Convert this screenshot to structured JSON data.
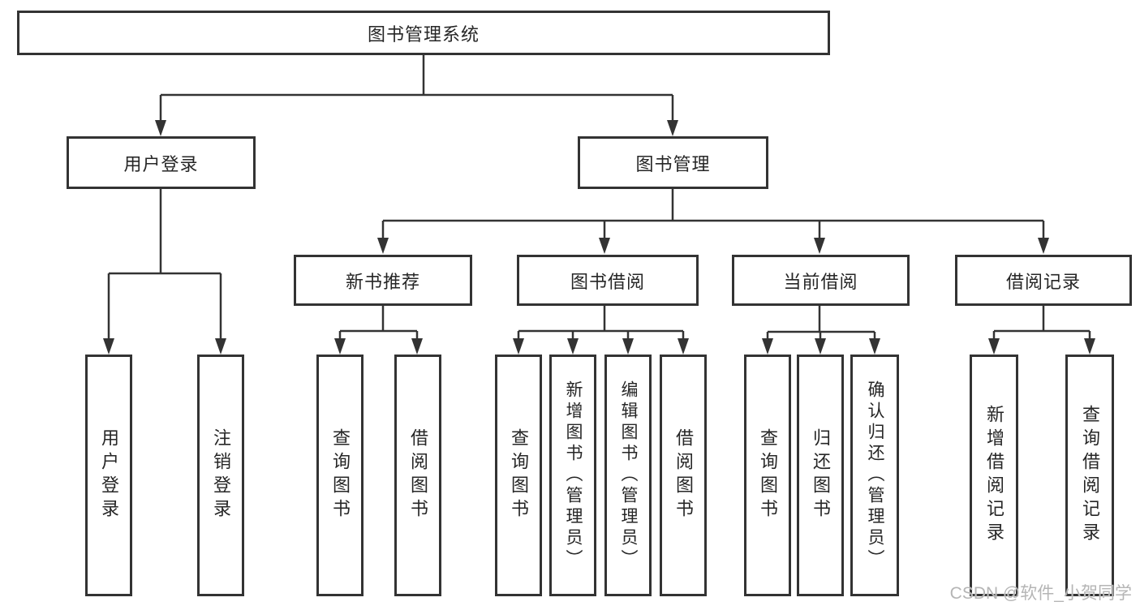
{
  "tree": {
    "root": {
      "label": "图书管理系统",
      "children": [
        {
          "label": "用户登录",
          "children": [
            {
              "label": "用户登录"
            },
            {
              "label": "注销登录"
            }
          ]
        },
        {
          "label": "图书管理",
          "children": [
            {
              "label": "新书推荐",
              "children": [
                {
                  "label": "查询图书"
                },
                {
                  "label": "借阅图书"
                }
              ]
            },
            {
              "label": "图书借阅",
              "children": [
                {
                  "label": "查询图书"
                },
                {
                  "label": "新增图书（管理员）"
                },
                {
                  "label": "编辑图书（管理员）"
                },
                {
                  "label": "借阅图书"
                }
              ]
            },
            {
              "label": "当前借阅",
              "children": [
                {
                  "label": "查询图书"
                },
                {
                  "label": "归还图书"
                },
                {
                  "label": "确认归还（管理员）"
                }
              ]
            },
            {
              "label": "借阅记录",
              "children": [
                {
                  "label": "新增借阅记录"
                },
                {
                  "label": "查询借阅记录"
                }
              ]
            }
          ]
        }
      ]
    }
  },
  "watermark": {
    "text": "CSDN @软件_小贺同学"
  },
  "colors": {
    "line": "#333333",
    "box_border": "#333333",
    "text": "#262626",
    "watermark": "#b5b5b5",
    "background": "#ffffff"
  }
}
